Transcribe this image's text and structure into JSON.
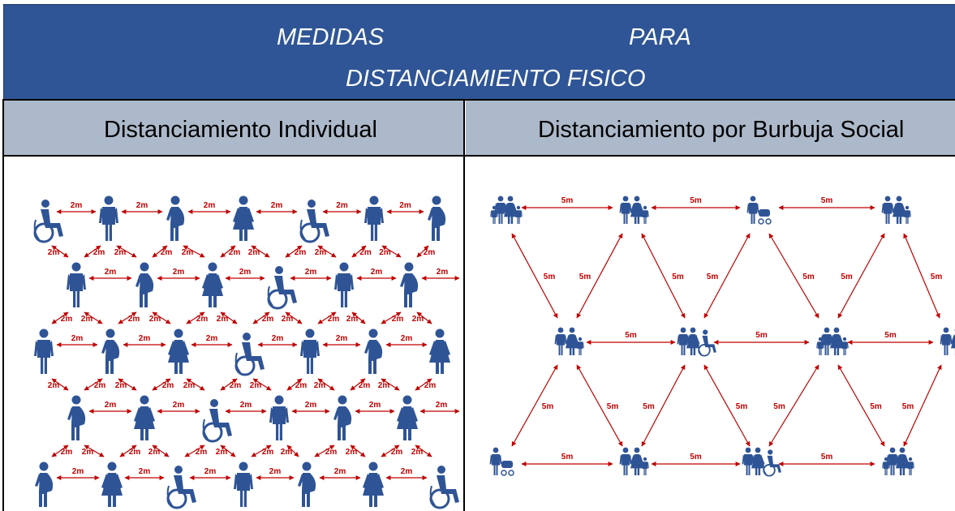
{
  "header": {
    "title_word_1": "MEDIDAS",
    "title_word_2": "PARA",
    "title_line_2": "DISTANCIAMIENTO FISICO"
  },
  "columns": [
    {
      "label": "Distanciamiento Individual"
    },
    {
      "label": "Distanciamiento por Burbuja Social"
    }
  ],
  "diagram_labels": {
    "individual_distance": "2m",
    "bubble_distance": "5m"
  },
  "colors": {
    "title_band": "#2f5596",
    "column_header": "#acb9ca",
    "figure": "#2f5496",
    "arrow": "#c00000"
  },
  "icons": {
    "person": "person-icon",
    "woman": "woman-icon",
    "pregnant": "pregnant-woman-icon",
    "wheelchair": "wheelchair-user-icon",
    "family": "family-icon",
    "stroller": "parent-with-stroller-icon"
  }
}
